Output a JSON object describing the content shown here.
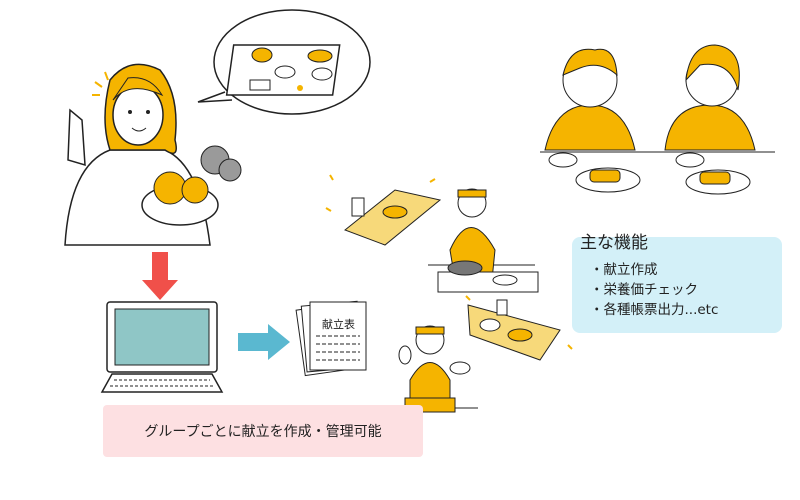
{
  "caption": "グループごとに献立を作成・管理可能",
  "document_label": "献立表",
  "features": {
    "title": "主な機能",
    "items": [
      "献立作成",
      "栄養価チェック",
      "各種帳票出力...etc"
    ]
  },
  "colors": {
    "accent_yellow": "#f5b400",
    "arrow_red": "#f0504a",
    "arrow_blue": "#5ab8d0",
    "pink_box": "#fde0e2",
    "blue_box": "#d3f0f8"
  }
}
